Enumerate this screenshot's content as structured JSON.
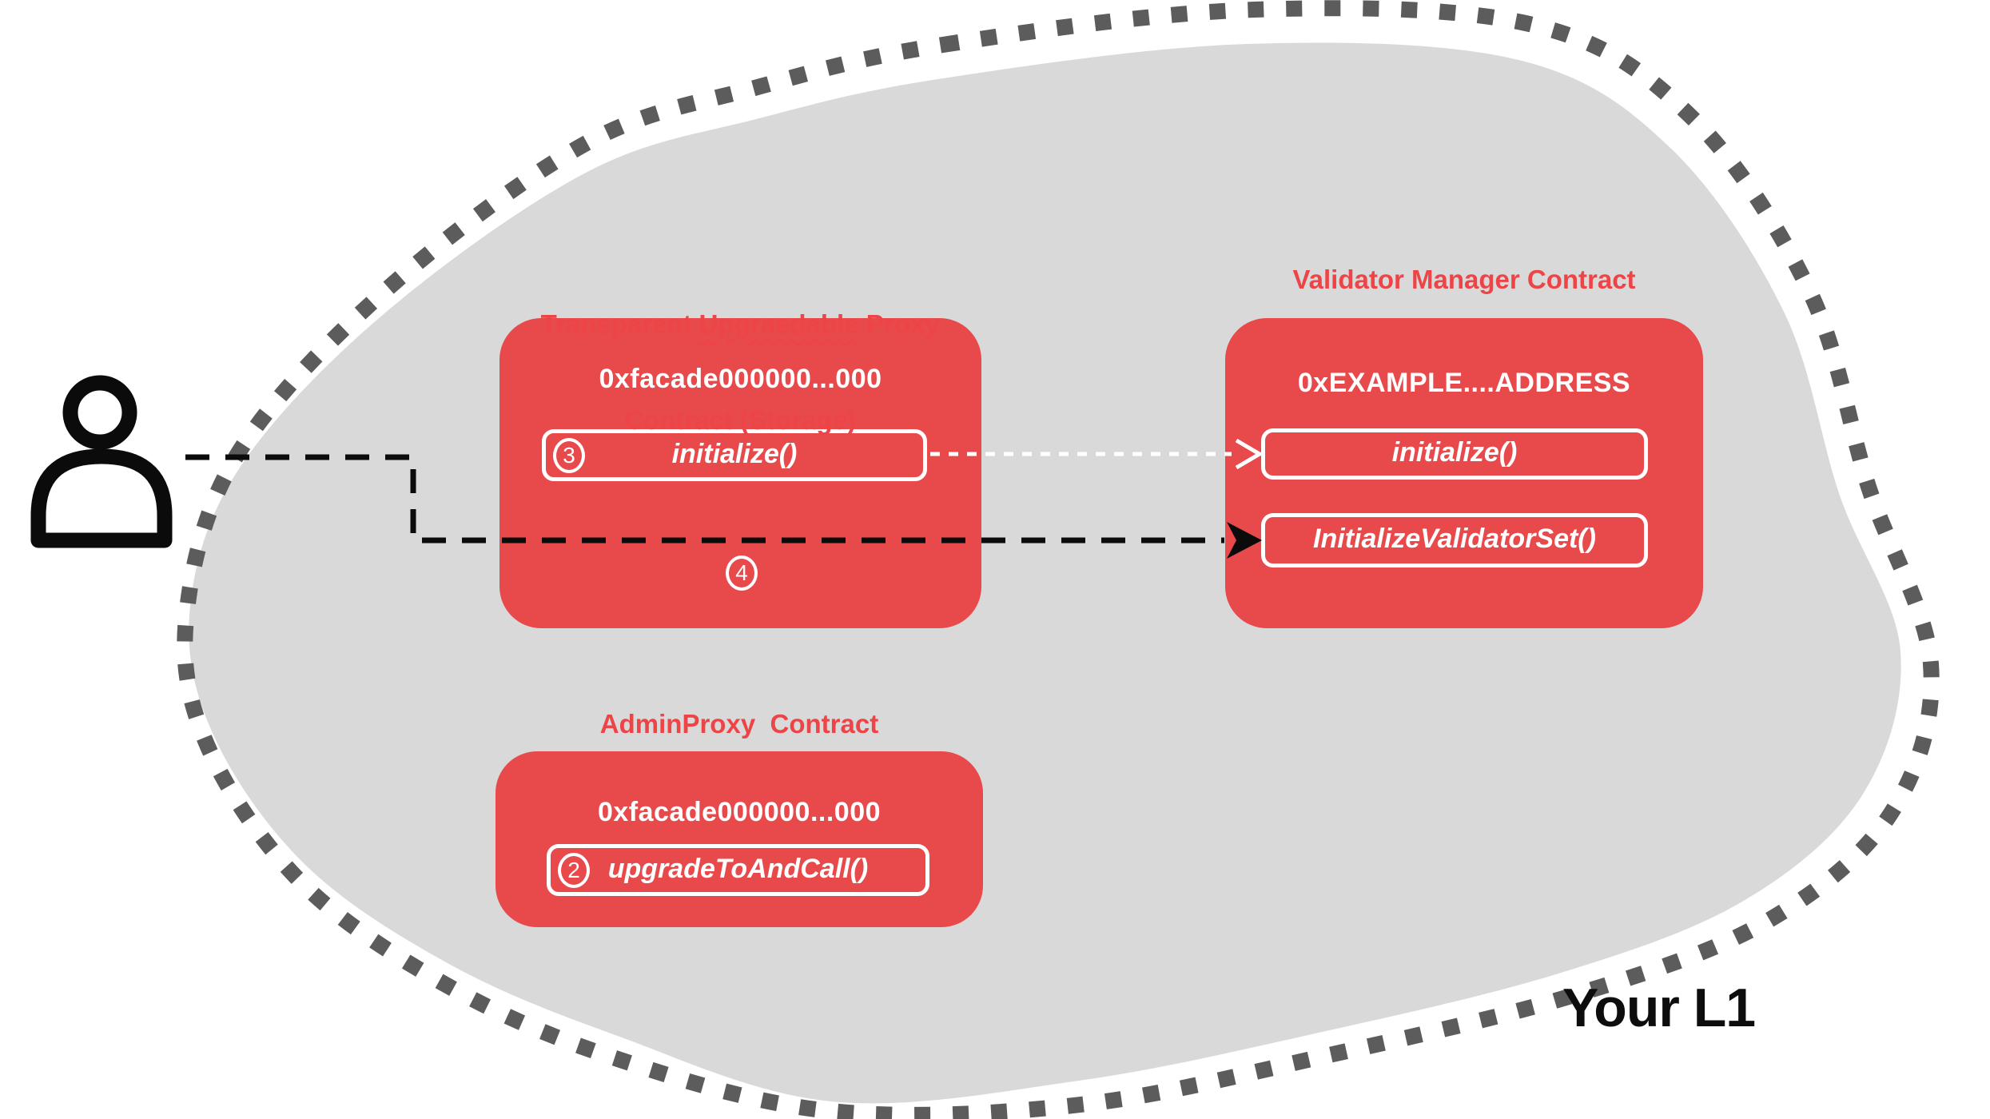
{
  "l1": {
    "label": "Your L1"
  },
  "actor": {
    "icon": "person-icon"
  },
  "contracts": {
    "transparent_proxy": {
      "title_pre": "Transparent ",
      "title_misspelled": "Upgraedable",
      "title_post": " Proxy",
      "title_line2": "Contract (Storage)",
      "address": "0xfacade000000...000",
      "method": {
        "step": "3",
        "label": "initialize()"
      },
      "step_below": "4"
    },
    "validator_manager": {
      "title": "Validator Manager Contract",
      "address": "0xEXAMPLE....ADDRESS",
      "methods": [
        {
          "label": "initialize()"
        },
        {
          "label": "InitializeValidatorSet()"
        }
      ]
    },
    "admin_proxy": {
      "title": "AdminProxy  Contract",
      "address": "0xfacade000000...000",
      "method": {
        "step": "2",
        "label": "upgradeToAndCall()"
      }
    }
  },
  "colors": {
    "box_red": "#E8494B",
    "title_red": "#ED4447",
    "blob_gray": "#D9D9D9",
    "dot_gray": "#5C5C5C",
    "line_black": "#0B0B0B",
    "line_white": "#FFFFFF"
  }
}
